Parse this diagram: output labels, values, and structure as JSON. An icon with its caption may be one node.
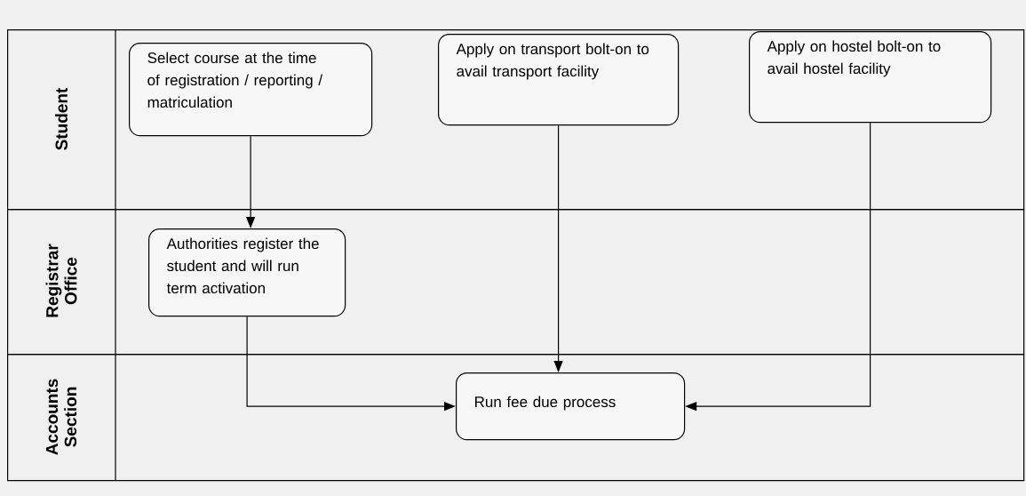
{
  "diagram": {
    "nodes": [
      {
        "text": [
          "Student"
        ]
      },
      {
        "text": [
          "Registrar Office"
        ]
      },
      {
        "text": [
          "Accounts Section"
        ]
      },
      {
        "text": [
          "Select course at the time of registration / reporting / matriculation"
        ],
        "in": 0
      },
      {
        "text": [
          "Apply on transport bolt-on to avail transport facility"
        ],
        "in": 0
      },
      {
        "text": [
          "Apply on hostel bolt-on to avail hostel facility"
        ],
        "in": 0
      },
      {
        "text": [
          "Authorities register the student and will run term activation"
        ],
        "in": 1
      },
      {
        "text": [
          "Run fee due process"
        ],
        "in": 2
      }
    ],
    "edges": [
      {
        "from": 3,
        "to": 6,
        "arrow": "to"
      },
      {
        "from": 4,
        "to": 7,
        "arrow": "to"
      },
      {
        "from": 5,
        "to": 7,
        "arrow": "to"
      },
      {
        "from": 6,
        "to": 7,
        "arrow": "to"
      }
    ]
  }
}
